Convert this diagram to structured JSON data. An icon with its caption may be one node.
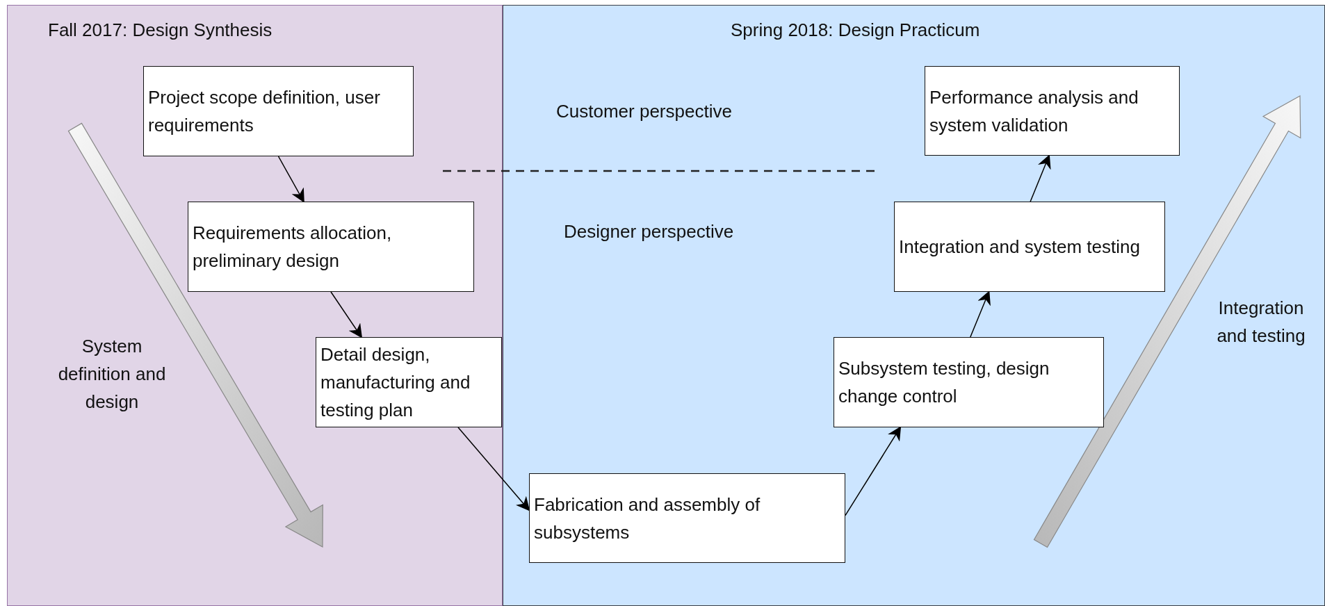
{
  "diagram": {
    "nodes": [
      {
        "text": [
          "Fall 2017: Design Synthesis"
        ]
      },
      {
        "text": [
          "Spring 2018: Design Practicum"
        ]
      },
      {
        "text": [
          "Project scope definition, user requirements"
        ],
        "in": 0
      },
      {
        "text": [
          "Requirements allocation, preliminary design"
        ],
        "in": 0
      },
      {
        "text": [
          "Detail design, manufacturing and testing plan"
        ],
        "in": 0
      },
      {
        "text": [
          "Fabrication and assembly of subsystems"
        ],
        "in": 1
      },
      {
        "text": [
          "Subsystem testing, design change control"
        ],
        "in": 1
      },
      {
        "text": [
          "Integration and system testing"
        ],
        "in": 1
      },
      {
        "text": [
          "Performance analysis and system validation"
        ],
        "in": 1
      }
    ],
    "edges": [
      {
        "from": 2,
        "to": 3,
        "arrow": "to"
      },
      {
        "from": 3,
        "to": 4,
        "arrow": "to"
      },
      {
        "from": 4,
        "to": 5,
        "arrow": "to"
      },
      {
        "from": 5,
        "to": 6,
        "arrow": "to"
      },
      {
        "from": 6,
        "to": 7,
        "arrow": "to"
      },
      {
        "from": 7,
        "to": 8,
        "arrow": "to"
      }
    ],
    "labels": [
      "Customer perspective",
      "Designer perspective",
      "System definition and design",
      "Integration and testing"
    ]
  }
}
